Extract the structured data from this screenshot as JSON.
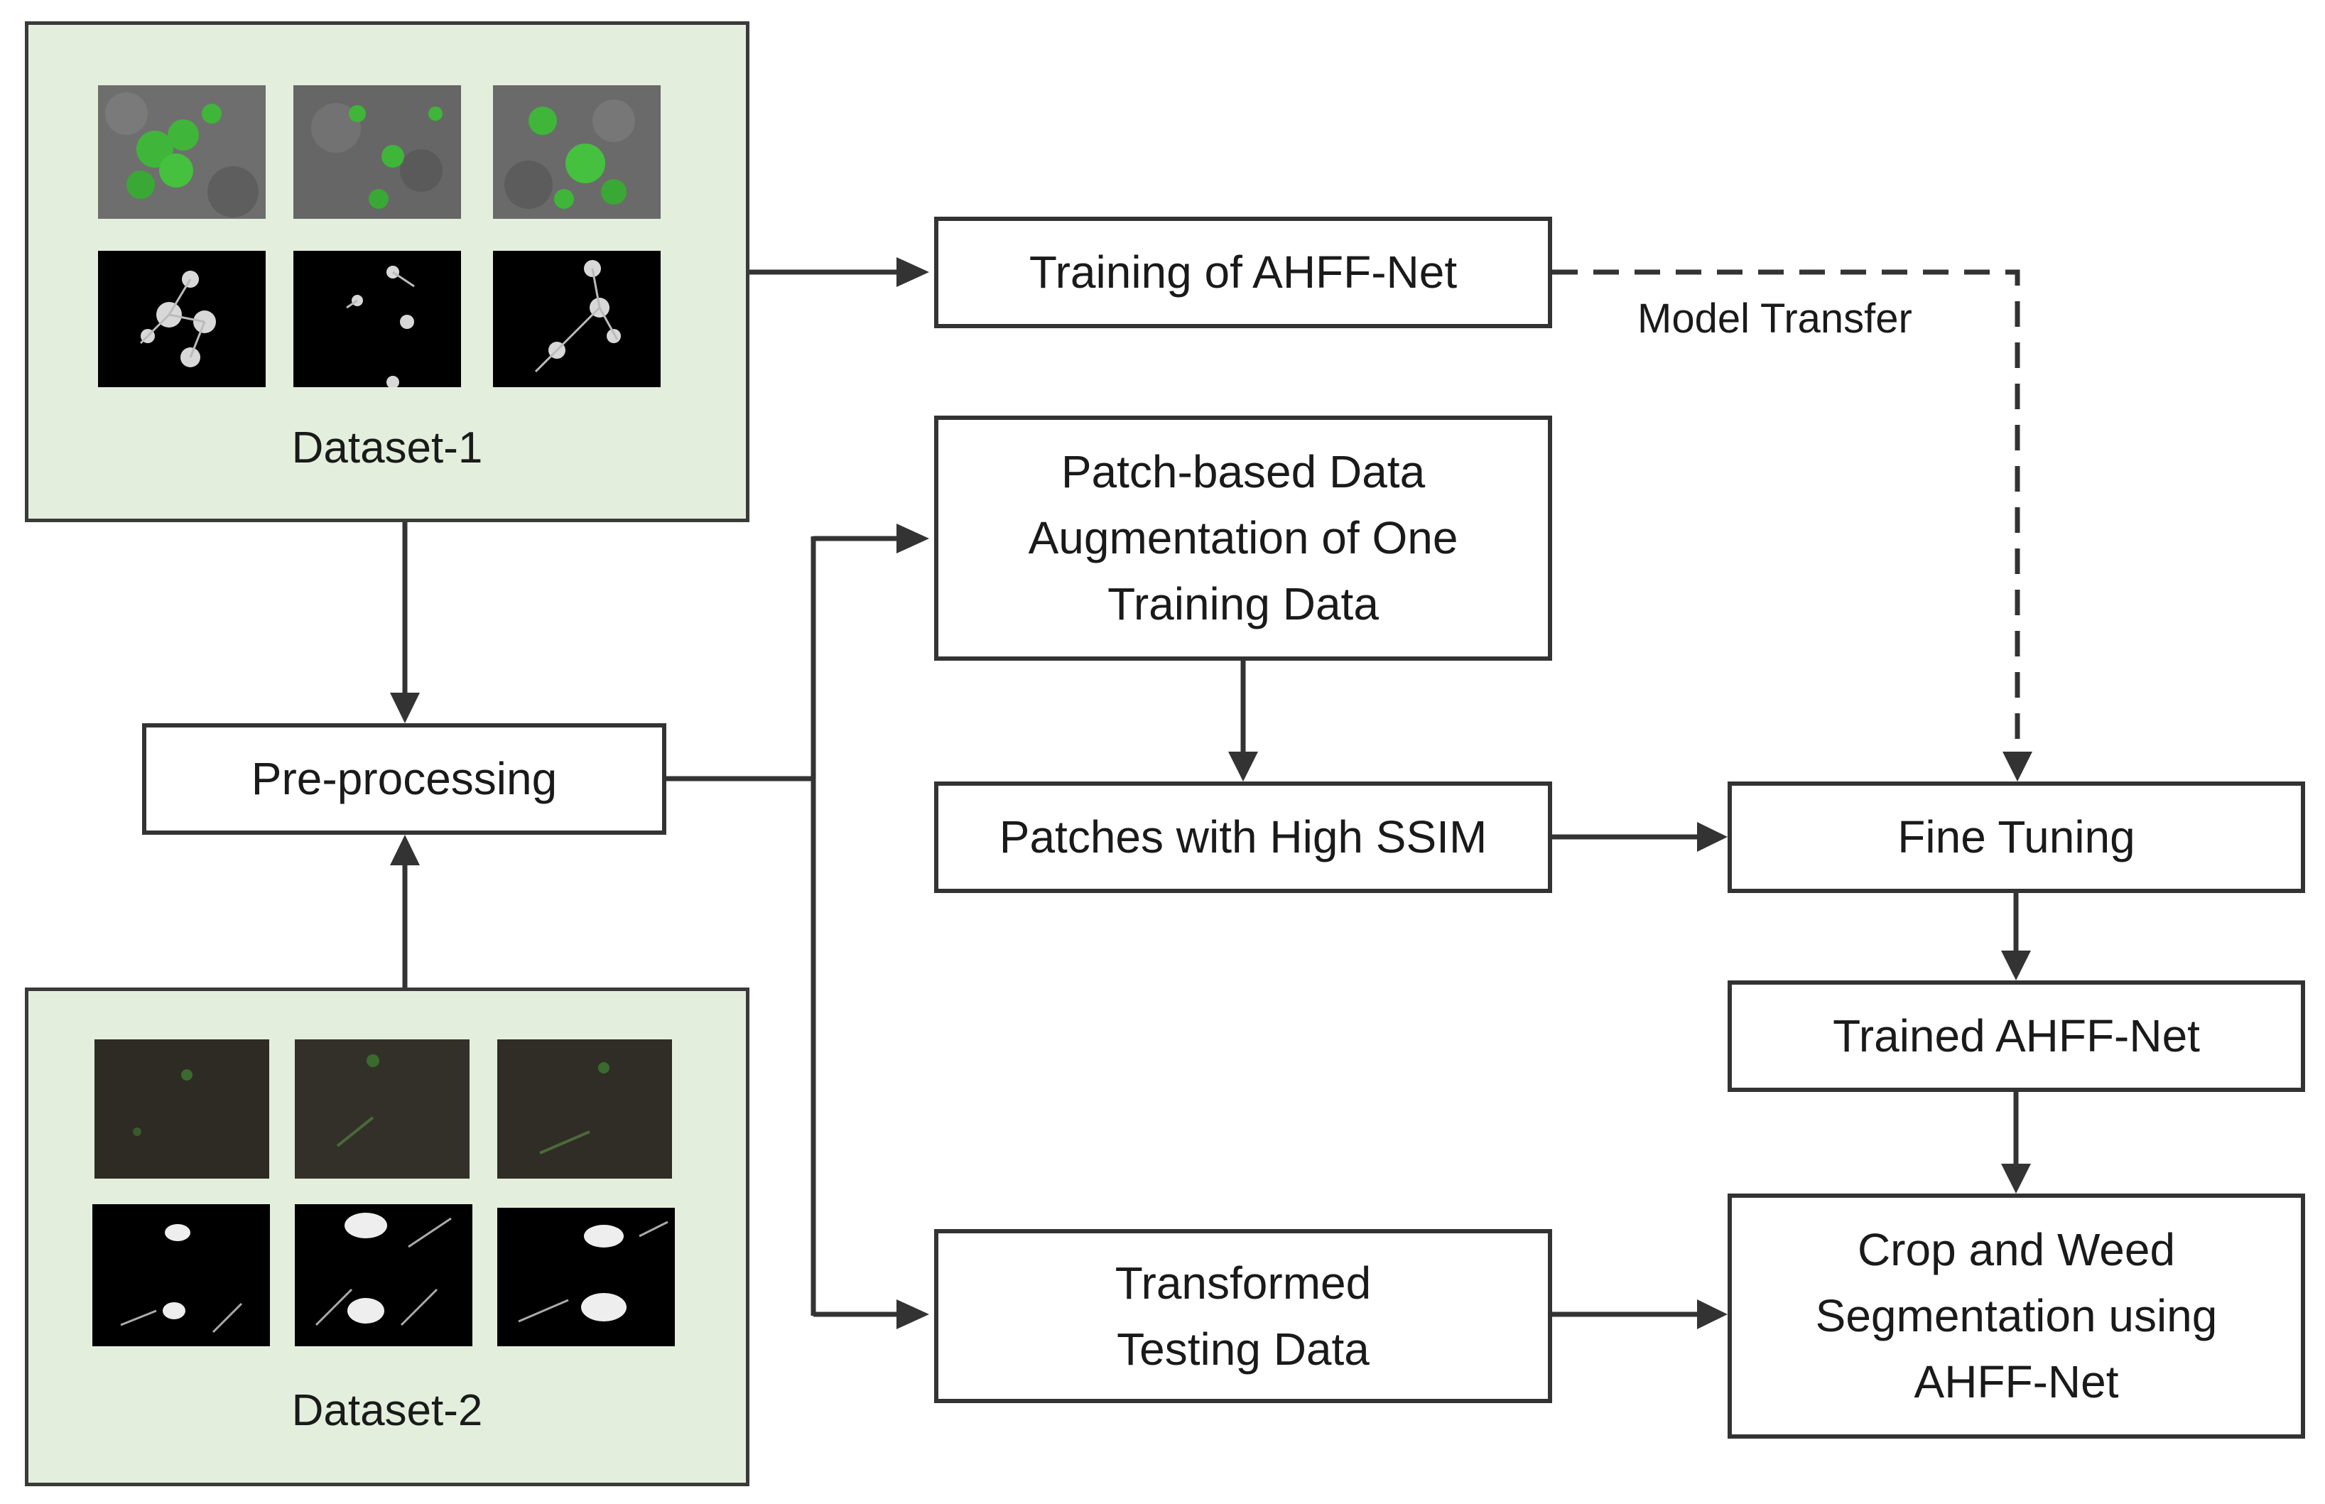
{
  "datasets": {
    "d1": {
      "label": "Dataset-1"
    },
    "d2": {
      "label": "Dataset-2"
    }
  },
  "nodes": {
    "training": "Training of AHFF-Net",
    "patch_aug": [
      "Patch-based Data",
      "Augmentation of One",
      "Training Data"
    ],
    "preprocessing": "Pre-processing",
    "patches_ssim": "Patches with High SSIM",
    "fine_tuning": "Fine Tuning",
    "trained": "Trained AHFF-Net",
    "transformed": [
      "Transformed",
      "Testing Data"
    ],
    "segmentation": [
      "Crop and Weed",
      "Segmentation using",
      "AHFF-Net"
    ]
  },
  "edges": {
    "model_transfer": "Model Transfer"
  },
  "colors": {
    "dataset_bg": "#e3efdc",
    "border": "#333333",
    "plant_green": "#3fb53a",
    "soil_gray": "#6b6b6b",
    "soil_dark": "#2e2a24"
  }
}
